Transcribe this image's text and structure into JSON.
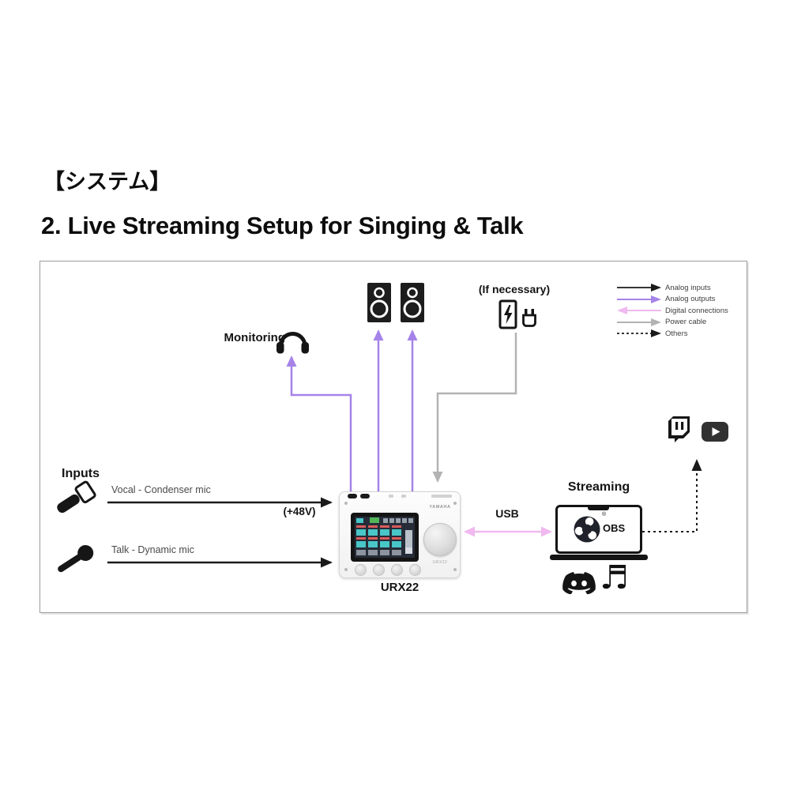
{
  "page": {
    "title_jp": "【システム】",
    "title_en": "2. Live Streaming Setup for Singing & Talk"
  },
  "legend": {
    "items": [
      {
        "label": "Analog inputs",
        "color": "#1a1a1a",
        "line": "solid",
        "direction": "right"
      },
      {
        "label": "Analog outputs",
        "color": "#a583e8",
        "line": "solid",
        "direction": "right"
      },
      {
        "label": "Digital connections",
        "color": "#f0b9ef",
        "line": "solid",
        "direction": "left"
      },
      {
        "label": "Power cable",
        "color": "#b3b3b3",
        "line": "solid",
        "direction": "right"
      },
      {
        "label": "Others",
        "color": "#1a1a1a",
        "line": "dashed",
        "direction": "right"
      }
    ]
  },
  "monitoring": {
    "label": "Monitoring"
  },
  "power": {
    "note": "(If necessary)"
  },
  "inputs": {
    "heading": "Inputs",
    "vocal": {
      "label": "Vocal - Condenser mic",
      "phantom": "(+48V)"
    },
    "talk": {
      "label": "Talk - Dynamic mic"
    }
  },
  "device": {
    "brand": "YAMAHA",
    "model_small": "URX22",
    "caption": "URX22"
  },
  "usb": {
    "label": "USB"
  },
  "streaming": {
    "heading": "Streaming",
    "app": "OBS",
    "registered_mark": "®"
  },
  "icons": {
    "music_note_glyph": "♬",
    "names": [
      "speaker-icon",
      "headphones-icon",
      "condenser-mic-icon",
      "dynamic-mic-icon",
      "battery-charge-icon",
      "plug-icon",
      "obs-logo-icon",
      "discord-icon",
      "music-note-icon",
      "twitch-icon",
      "youtube-icon"
    ]
  }
}
